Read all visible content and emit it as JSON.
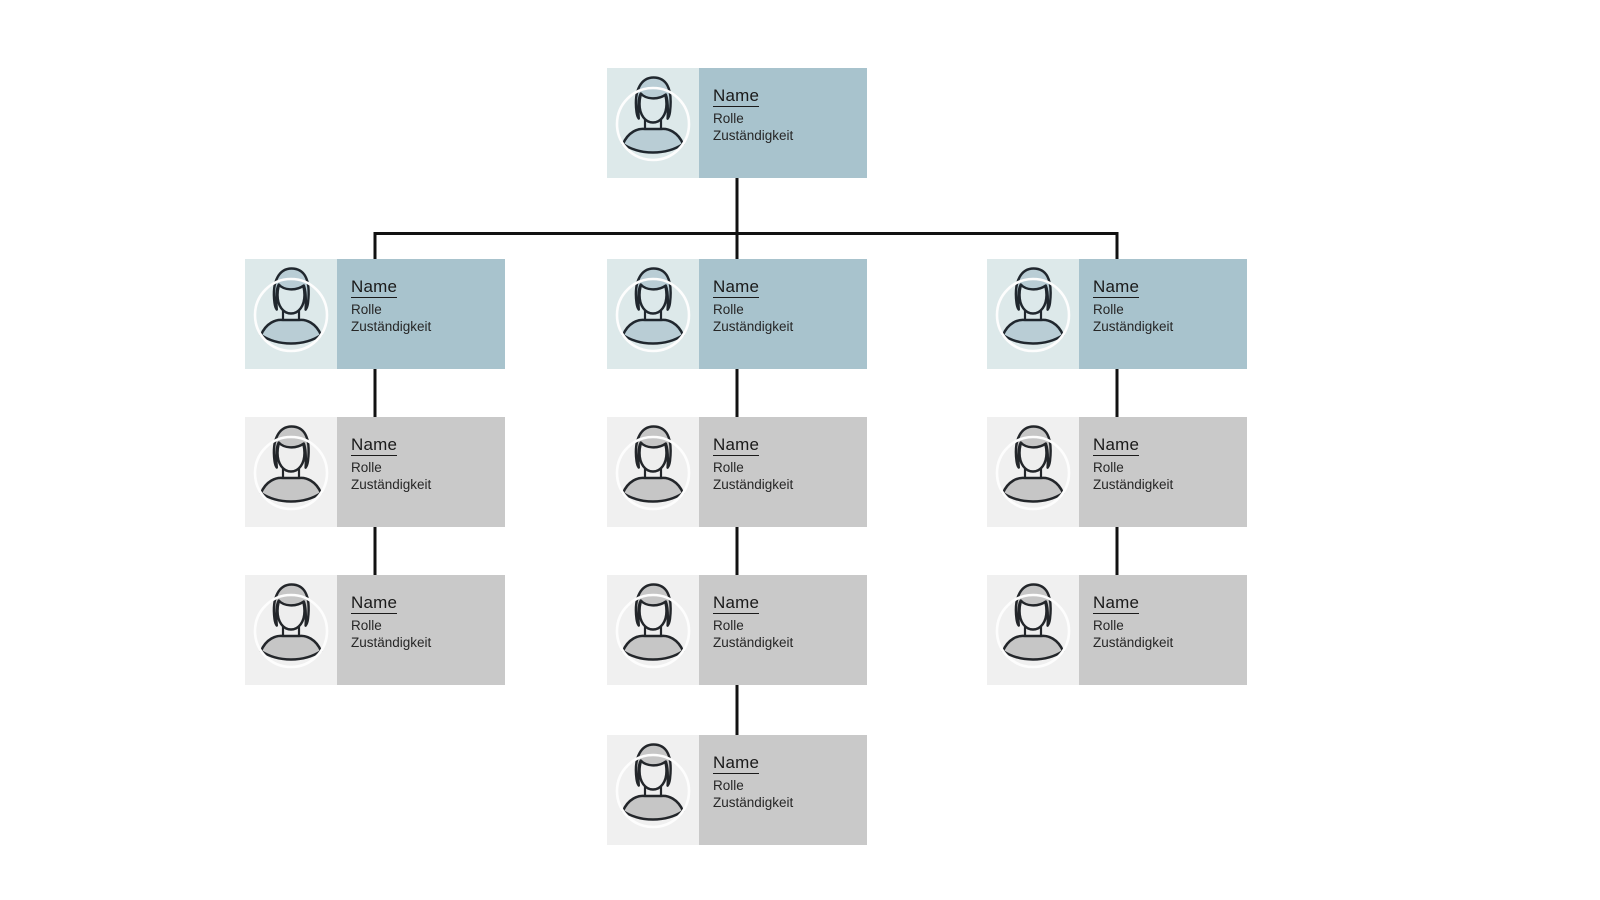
{
  "palette": {
    "background": "#ffffff",
    "highlight_text_panel": "#a8c3cd",
    "highlight_icon_panel": "#dde9ea",
    "default_text_panel": "#c9c9c9",
    "default_icon_panel": "#f0f0f0",
    "connector": "#111111",
    "text": "#1a1a1a"
  },
  "icons": {
    "avatar": "person-avatar-icon"
  },
  "org_chart": {
    "type": "org-tree",
    "nodes": [
      {
        "id": "root",
        "parent": null,
        "level": 1,
        "style": "highlight",
        "name": "Name",
        "role": "Rolle",
        "responsibility": "Zuständigkeit"
      },
      {
        "id": "branch-left",
        "parent": "root",
        "level": 2,
        "style": "highlight",
        "name": "Name",
        "role": "Rolle",
        "responsibility": "Zuständigkeit"
      },
      {
        "id": "branch-center",
        "parent": "root",
        "level": 2,
        "style": "highlight",
        "name": "Name",
        "role": "Rolle",
        "responsibility": "Zuständigkeit"
      },
      {
        "id": "branch-right",
        "parent": "root",
        "level": 2,
        "style": "highlight",
        "name": "Name",
        "role": "Rolle",
        "responsibility": "Zuständigkeit"
      },
      {
        "id": "left-2",
        "parent": "branch-left",
        "level": 3,
        "style": "default",
        "name": "Name",
        "role": "Rolle",
        "responsibility": "Zuständigkeit"
      },
      {
        "id": "center-2",
        "parent": "branch-center",
        "level": 3,
        "style": "default",
        "name": "Name",
        "role": "Rolle",
        "responsibility": "Zuständigkeit"
      },
      {
        "id": "right-2",
        "parent": "branch-right",
        "level": 3,
        "style": "default",
        "name": "Name",
        "role": "Rolle",
        "responsibility": "Zuständigkeit"
      },
      {
        "id": "left-3",
        "parent": "left-2",
        "level": 4,
        "style": "default",
        "name": "Name",
        "role": "Rolle",
        "responsibility": "Zuständigkeit"
      },
      {
        "id": "center-3",
        "parent": "center-2",
        "level": 4,
        "style": "default",
        "name": "Name",
        "role": "Rolle",
        "responsibility": "Zuständigkeit"
      },
      {
        "id": "right-3",
        "parent": "right-2",
        "level": 4,
        "style": "default",
        "name": "Name",
        "role": "Rolle",
        "responsibility": "Zuständigkeit"
      },
      {
        "id": "center-4",
        "parent": "center-3",
        "level": 5,
        "style": "default",
        "name": "Name",
        "role": "Rolle",
        "responsibility": "Zuständigkeit"
      }
    ]
  }
}
